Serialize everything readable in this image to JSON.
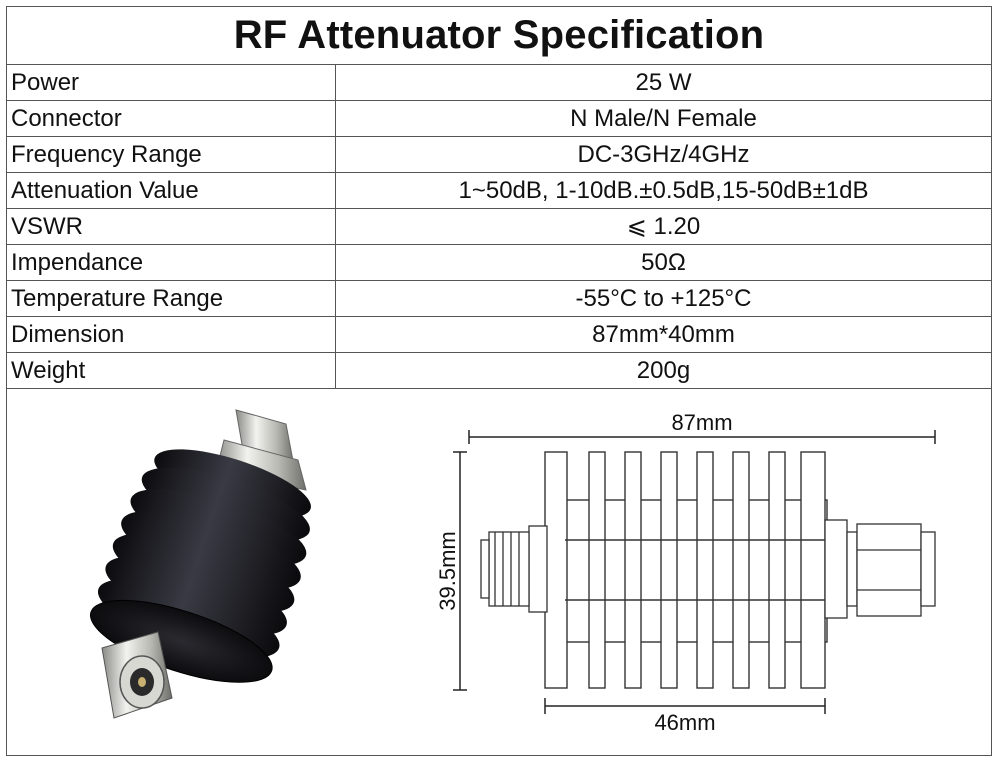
{
  "title": "RF Attenuator Specification",
  "specs": [
    {
      "label": "Power",
      "value": "25 W"
    },
    {
      "label": "Connector",
      "value": "N Male/N Female"
    },
    {
      "label": "Frequency Range",
      "value": "DC-3GHz/4GHz"
    },
    {
      "label": "Attenuation Value",
      "value": "1~50dB, 1-10dB.±0.5dB,15-50dB±1dB"
    },
    {
      "label": "VSWR",
      "value": "⩽ 1.20"
    },
    {
      "label": "Impendance",
      "value": "50Ω"
    },
    {
      "label": "Temperature Range",
      "value": "-55°C to +125°C"
    },
    {
      "label": "Dimension",
      "value": "87mm*40mm"
    },
    {
      "label": "Weight",
      "value": "200g"
    }
  ],
  "drawing": {
    "length_label": "87mm",
    "height_label": "39.5mm",
    "body_label": "46mm"
  }
}
